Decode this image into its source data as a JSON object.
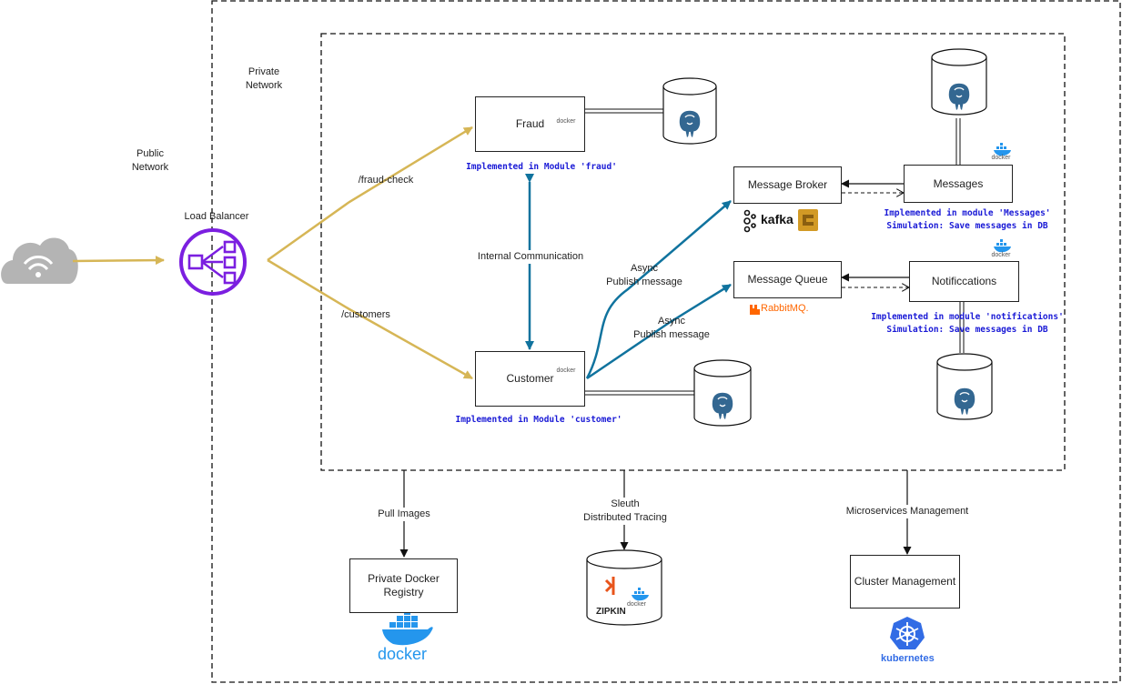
{
  "regions": {
    "public_label": "Public\nNetwork",
    "private_label": "Private\nNetwork"
  },
  "load_balancer": {
    "label": "Load Balancer"
  },
  "routes": {
    "fraud": "/fraud-check",
    "customers": "/customers"
  },
  "services": {
    "fraud": {
      "label": "Fraud",
      "impl": "Implemented in Module 'fraud'"
    },
    "customer": {
      "label": "Customer",
      "impl": "Implemented in Module 'customer'"
    },
    "broker": {
      "label": "Message Broker"
    },
    "queue": {
      "label": "Message Queue"
    },
    "messages": {
      "label": "Messages",
      "impl": "Implemented in module 'Messages'\nSimulation: Save messages in DB"
    },
    "notifications": {
      "label": "Notificcations",
      "impl": "Implemented in module 'notifications'\nSimulation: Save messages in DB"
    }
  },
  "edges": {
    "internal": "Internal Communication",
    "async1": "Async\nPublish message",
    "async2": "Async\nPublish message",
    "pull": "Pull Images",
    "tracing": "Sleuth\nDistributed Tracing",
    "mgmt": "Microservices Management"
  },
  "infra": {
    "registry": "Private Docker\nRegistry",
    "cluster": "Cluster Management"
  },
  "brands": {
    "docker_small": "docker",
    "docker_big": "docker",
    "kafka": "kafka",
    "rabbitmq": "RabbitMQ.",
    "zipkin": "ZIPKIN",
    "kubernetes": "kubernetes"
  },
  "colors": {
    "gold": "#d6b656",
    "blue": "#10739e",
    "purple": "#7b1fe0",
    "docker_blue": "#2496ed",
    "impl_text": "#1a1ad6",
    "k8s_blue": "#326ce5",
    "rabbit_orange": "#ff6600",
    "zipkin_orange": "#e8541b",
    "cloud_grey": "#b4b4b4"
  }
}
